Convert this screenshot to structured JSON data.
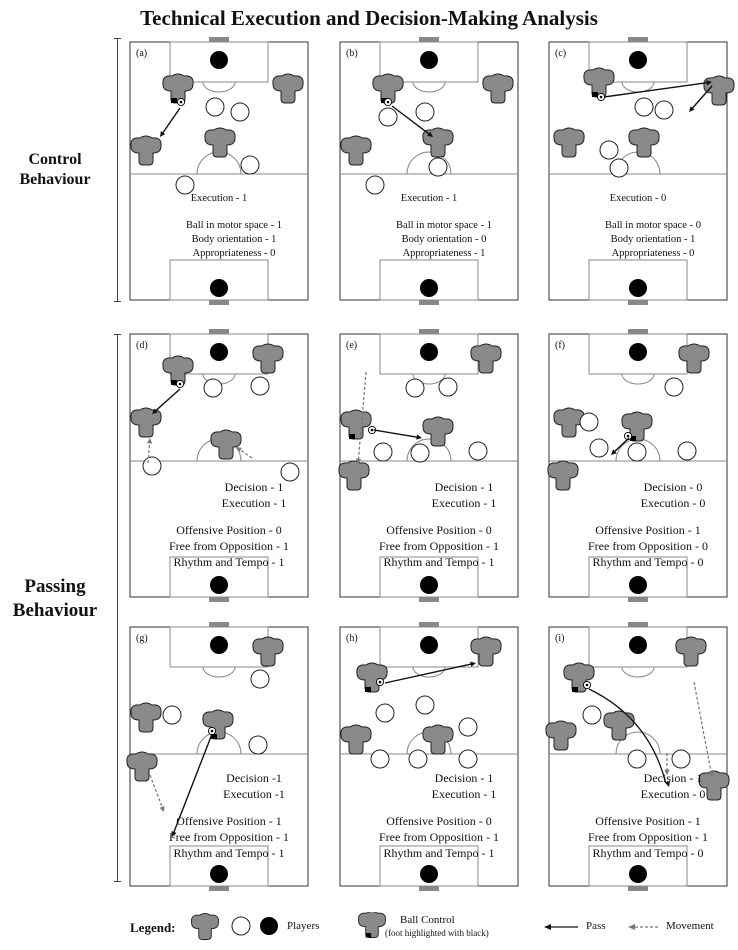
{
  "title": "Technical Execution and Decision-Making Analysis",
  "groups": [
    {
      "lines": [
        "Control",
        "Behaviour"
      ]
    },
    {
      "lines": [
        "Passing",
        "Behaviour"
      ]
    }
  ],
  "panels": [
    {
      "label": "(a)",
      "head": [
        "Execution - 1"
      ],
      "details": [
        "Ball in motor space - 1",
        "Body orientation - 1",
        "Appropriateness - 0"
      ]
    },
    {
      "label": "(b)",
      "head": [
        "Execution - 1"
      ],
      "details": [
        "Ball in motor space - 1",
        "Body orientation - 0",
        "Appropriateness - 1"
      ]
    },
    {
      "label": "(c)",
      "head": [
        "Execution - 0"
      ],
      "details": [
        "Ball in motor space - 0",
        "Body orientation - 1",
        "Appropriateness - 0"
      ]
    },
    {
      "label": "(d)",
      "head": [
        "Decision - 1",
        "Execution - 1"
      ],
      "details": [
        "Offensive Position - 0",
        "Free from Opposition - 1",
        "Rhythm and Tempo - 1"
      ]
    },
    {
      "label": "(e)",
      "head": [
        "Decision - 1",
        "Execution - 1"
      ],
      "details": [
        "Offensive Position - 0",
        "Free from Opposition - 1",
        "Rhythm and Tempo - 1"
      ]
    },
    {
      "label": "(f)",
      "head": [
        "Decision - 0",
        "Execution - 0"
      ],
      "details": [
        "Offensive Position - 1",
        "Free from Opposition - 0",
        "Rhythm and Tempo - 0"
      ]
    },
    {
      "label": "(g)",
      "head": [
        "Decision -1",
        "Execution -1"
      ],
      "details": [
        "Offensive Position - 1",
        "Free from Opposition - 1",
        "Rhythm and Tempo - 1"
      ]
    },
    {
      "label": "(h)",
      "head": [
        "Decision - 1",
        "Execution - 1"
      ],
      "details": [
        "Offensive Position - 0",
        "Free from Opposition - 1",
        "Rhythm and Tempo - 1"
      ]
    },
    {
      "label": "(i)",
      "head": [
        "Decision - 1",
        "Execution - 0"
      ],
      "details": [
        "Offensive Position - 1",
        "Free from Opposition - 1",
        "Rhythm and Tempo - 0"
      ]
    }
  ],
  "legend": {
    "heading": "Legend:",
    "players": "Players",
    "ball_control": "Ball Control",
    "ball_control_note": "(foot highlighted with black)",
    "pass": "Pass",
    "movement": "Movement"
  },
  "icons": {
    "attacker": "grey-player-icon",
    "teammate": "white-circle-icon",
    "goalkeeper": "black-circle-icon",
    "ball": "ball-icon"
  },
  "colors": {
    "player_fill": "#8a8a8a",
    "pitch_line": "#888888",
    "goal": "#888888",
    "goalkeeper": "#000000",
    "movement_arrow": "#777777"
  }
}
